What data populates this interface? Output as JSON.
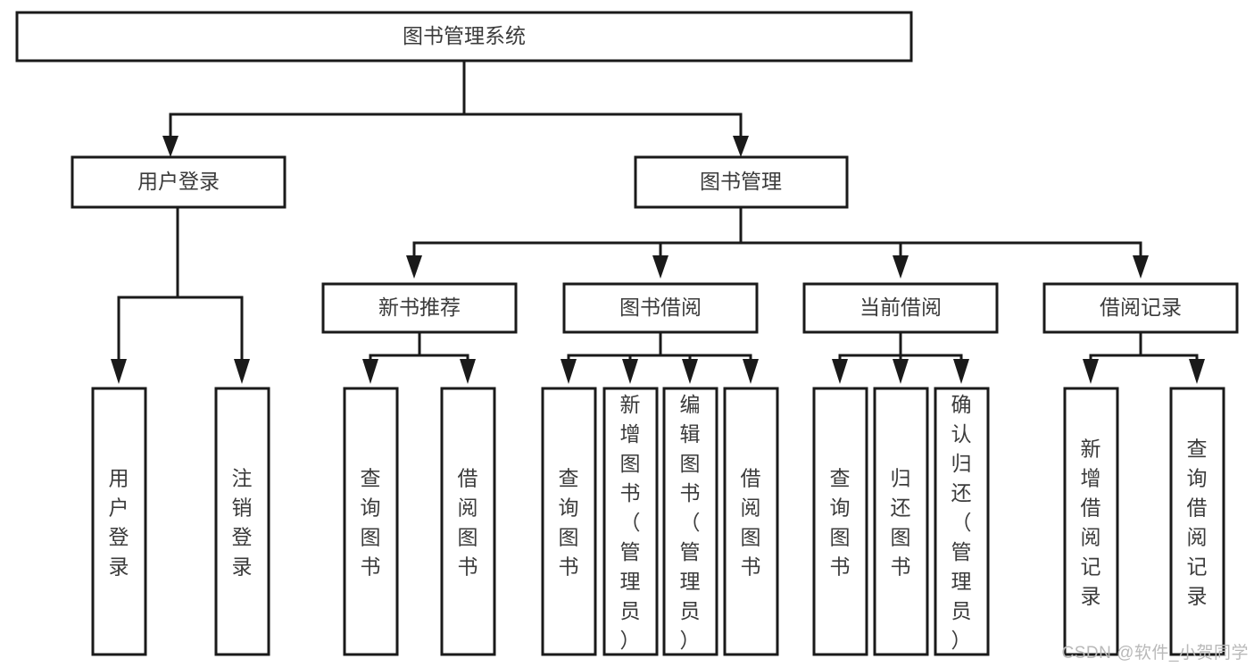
{
  "diagram": {
    "title": "图书管理系统",
    "type": "hierarchy-tree",
    "watermark": "CSDN @软件_小贺同学",
    "colors": {
      "stroke": "#1a1a1a",
      "fill": "#ffffff",
      "text": "#3b3b3b",
      "watermark": "#b9b9b9",
      "background": "#ffffff"
    },
    "levels": {
      "root": {
        "label": "图书管理系统"
      },
      "level2": [
        {
          "label": "用户登录"
        },
        {
          "label": "图书管理"
        }
      ],
      "level3": [
        {
          "label": "新书推荐"
        },
        {
          "label": "图书借阅"
        },
        {
          "label": "当前借阅"
        },
        {
          "label": "借阅记录"
        }
      ],
      "leaves": {
        "user_login": [
          {
            "label": "用户登录"
          },
          {
            "label": "注销登录"
          }
        ],
        "new_book_recommend": [
          {
            "label": "查询图书"
          },
          {
            "label": "借阅图书"
          }
        ],
        "book_borrow": [
          {
            "label": "查询图书"
          },
          {
            "label": "新增图书（管理员）"
          },
          {
            "label": "编辑图书（管理员）"
          },
          {
            "label": "借阅图书"
          }
        ],
        "current_borrow": [
          {
            "label": "查询图书"
          },
          {
            "label": "归还图书"
          },
          {
            "label": "确认归还（管理员）"
          }
        ],
        "borrow_record": [
          {
            "label": "新增借阅记录"
          },
          {
            "label": "查询借阅记录"
          }
        ]
      }
    }
  }
}
